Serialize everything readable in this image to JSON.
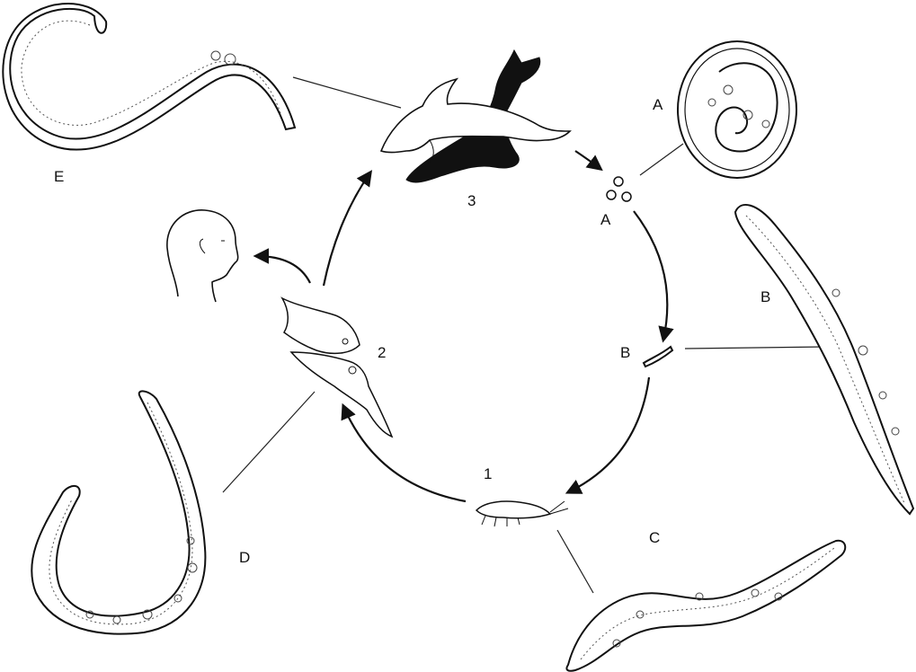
{
  "labels": {
    "egg_small": "A",
    "egg_large": "A",
    "larva_b_small": "B",
    "larva_b_large": "B",
    "larva_c": "C",
    "larva_d": "D",
    "adult_e": "E",
    "stage_1": "1",
    "stage_2": "2",
    "stage_3": "3"
  },
  "hosts": {
    "definitive": "dolphin-and-seal-icon",
    "intermediate": "fish-and-squid-icon",
    "first": "crustacean-icon",
    "accidental": "human-head-icon"
  },
  "colors": {
    "line": "#111111",
    "background": "#ffffff"
  }
}
